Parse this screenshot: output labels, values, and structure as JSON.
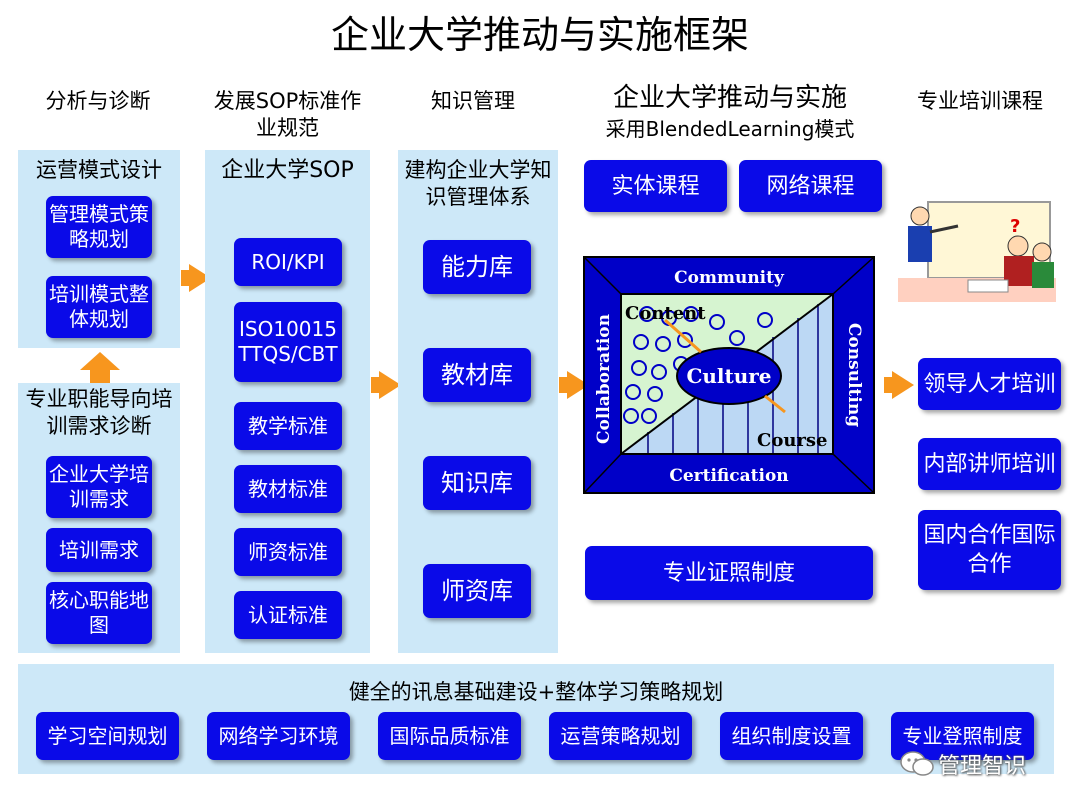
{
  "title": "企业大学推动与实施框架",
  "columns": {
    "c1": "分析与诊断",
    "c2": "发展SOP标准作业规范",
    "c3": "知识管理",
    "c4_title": "企业大学推动与实施",
    "c4_subtitle": "采用BlendedLearning模式",
    "c5": "专业培训课程"
  },
  "col1": {
    "top_heading": "运营模式设计",
    "top_buttons": [
      "管理模式策略规划",
      "培训模式整体规划"
    ],
    "bottom_heading": "专业职能导向培训需求诊断",
    "bottom_buttons": [
      "企业大学培训需求",
      "培训需求",
      "核心职能地图"
    ]
  },
  "col2": {
    "heading": "企业大学SOP",
    "buttons": [
      "ROI/KPI",
      "ISO10015 TTQS/CBT",
      "教学标准",
      "教材标准",
      "师资标准",
      "认证标准"
    ]
  },
  "col3": {
    "heading": "建构企业大学知识管理体系",
    "buttons": [
      "能力库",
      "教材库",
      "知识库",
      "师资库"
    ]
  },
  "col4": {
    "top_buttons": [
      "实体课程",
      "网络课程"
    ],
    "diagram": {
      "top": "Community",
      "bottom": "Certification",
      "left": "Collaboration",
      "right": "Consulting",
      "center": "Culture",
      "content": "Content",
      "course": "Course"
    },
    "bottom_button": "专业证照制度"
  },
  "col5": {
    "buttons": [
      "领导人才培训",
      "内部讲师培训",
      "国内合作国际合作"
    ]
  },
  "bottom": {
    "heading": "健全的讯息基础建设+整体学习策略规划",
    "buttons": [
      "学习空间规划",
      "网络学习环境",
      "国际品质标准",
      "运营策略规划",
      "组织制度设置",
      "专业登照制度"
    ]
  },
  "watermark": "管理智识",
  "colors": {
    "button": "#0a0ae8",
    "panel": "#cde8f8",
    "arrow": "#f7961e"
  }
}
